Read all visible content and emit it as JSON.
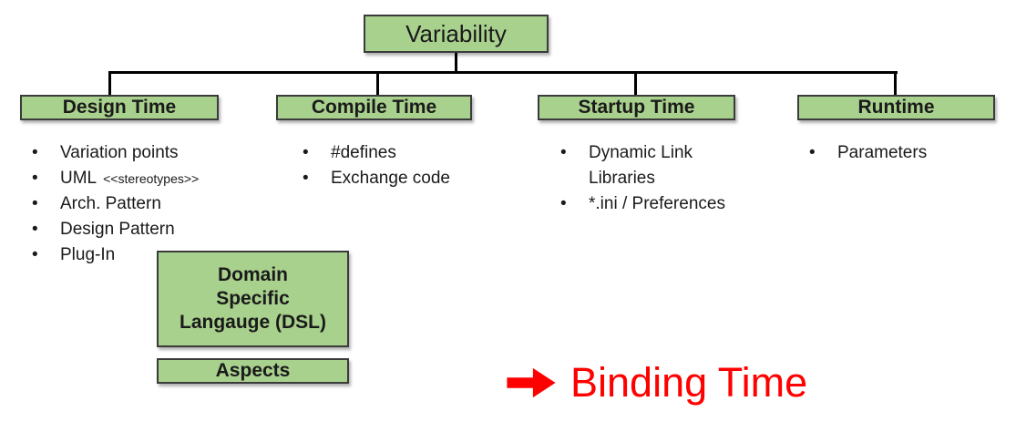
{
  "colors": {
    "box_fill": "#A9D18E",
    "box_border": "#3B3B3B",
    "line": "#000000",
    "accent_red": "#FF0000",
    "text": "#1A1A1A"
  },
  "root": {
    "label": "Variability"
  },
  "columns": [
    {
      "header": "Design Time",
      "items": [
        {
          "text": "Variation points"
        },
        {
          "text": "UML",
          "note": "<<stereotypes>>"
        },
        {
          "text": "Arch. Pattern"
        },
        {
          "text": "Design Pattern"
        },
        {
          "text": "Plug-In"
        }
      ]
    },
    {
      "header": "Compile Time",
      "items": [
        {
          "text": "#defines"
        },
        {
          "text": "Exchange code"
        }
      ]
    },
    {
      "header": "Startup Time",
      "items": [
        {
          "text": "Dynamic Link Libraries"
        },
        {
          "text": "*.ini / Preferences"
        }
      ]
    },
    {
      "header": "Runtime",
      "items": [
        {
          "text": "Parameters"
        }
      ]
    }
  ],
  "dsl_box": {
    "lines": [
      "Domain",
      "Specific",
      "Langauge (DSL)"
    ]
  },
  "aspects_box": {
    "label": "Aspects"
  },
  "annotation": {
    "label": "Binding Time",
    "icon": "right-arrow"
  },
  "bullet_char": "•"
}
